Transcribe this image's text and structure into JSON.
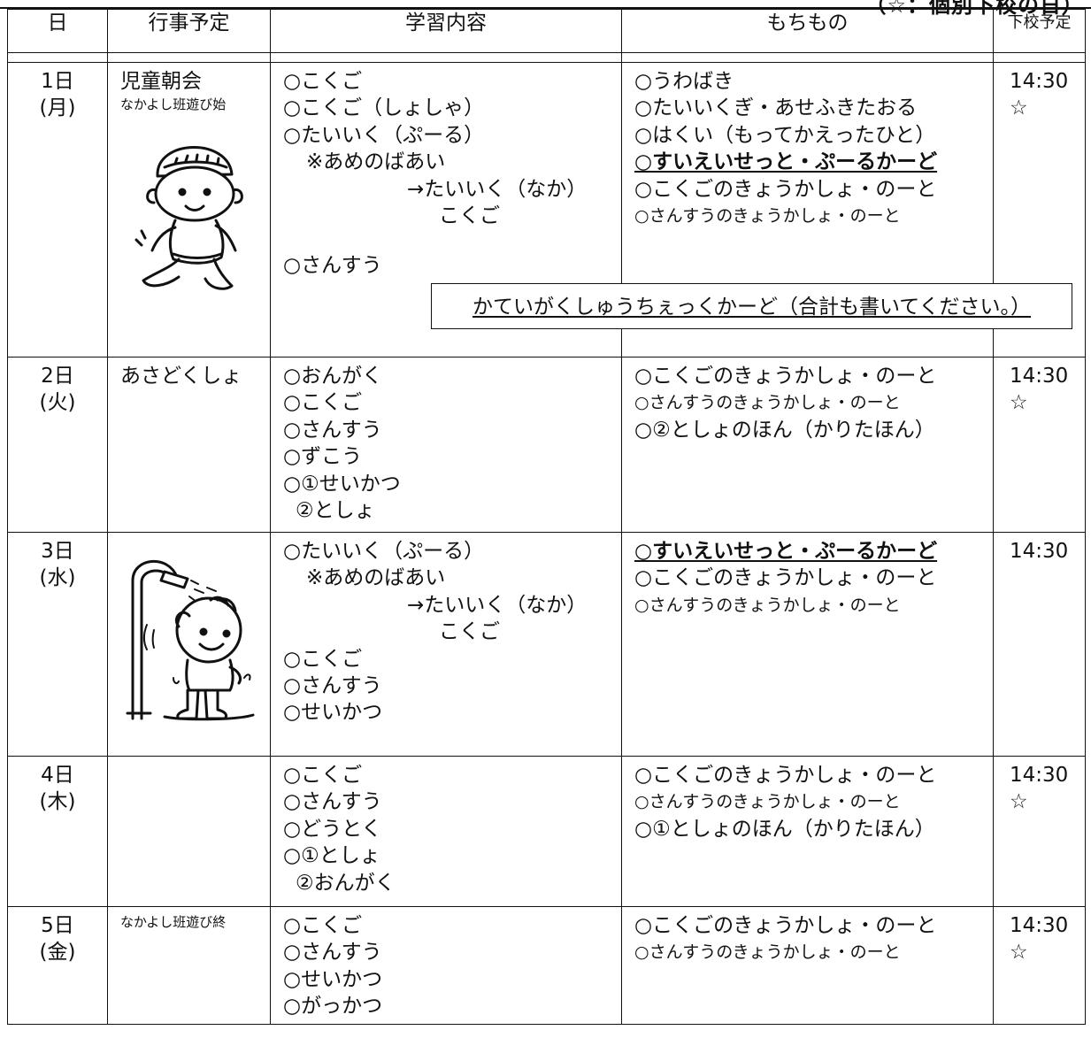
{
  "top_note": "（☆：個別下校の日）",
  "columns": {
    "date": "日",
    "event": "行事予定",
    "study": "学習内容",
    "items": "もちもの",
    "dismissal": "下校予定"
  },
  "box_note": "かていがくしゅうちぇっくかーど（合計も書いてください。）",
  "days": [
    {
      "date": "1日",
      "weekday": "(月)",
      "event": "児童朝会",
      "event_small": "なかよし班遊び始",
      "study": [
        "○こくご",
        "○こくご（しょしゃ）",
        "○たいいく（ぷーる）",
        "※あめのばあい",
        "→たいいく（なか）",
        "こくご",
        "○さんすう"
      ],
      "items": [
        "○うわばき",
        "○たいいくぎ・あせふきたおる",
        "○はくい（もってかえったひと）",
        "○すいえいせっと・ぷーるかーど",
        "○こくごのきょうかしょ・のーと",
        "○さんすうのきょうかしょ・のーと"
      ],
      "time": "14:30",
      "mark": "☆"
    },
    {
      "date": "2日",
      "weekday": "(火)",
      "event": "あさどくしょ",
      "study": [
        "○おんがく",
        "○こくご",
        "○さんすう",
        "○ずこう",
        "○①せいかつ",
        "②としょ"
      ],
      "items": [
        "○こくごのきょうかしょ・のーと",
        "○さんすうのきょうかしょ・のーと",
        "○②としょのほん（かりたほん）"
      ],
      "time": "14:30",
      "mark": "☆"
    },
    {
      "date": "3日",
      "weekday": "(水)",
      "study": [
        "○たいいく（ぷーる）",
        "※あめのばあい",
        "→たいいく（なか）",
        "こくご",
        "○こくご",
        "○さんすう",
        "○せいかつ"
      ],
      "items": [
        "○すいえいせっと・ぷーるかーど",
        "○こくごのきょうかしょ・のーと",
        "○さんすうのきょうかしょ・のーと"
      ],
      "time": "14:30"
    },
    {
      "date": "4日",
      "weekday": "(木)",
      "study": [
        "○こくご",
        "○さんすう",
        "○どうとく",
        "○①としょ",
        "②おんがく"
      ],
      "items": [
        "○こくごのきょうかしょ・のーと",
        "○さんすうのきょうかしょ・のーと",
        "○①としょのほん（かりたほん）"
      ],
      "time": "14:30",
      "mark": "☆"
    },
    {
      "date": "5日",
      "weekday": "(金)",
      "event_small": "なかよし班遊び終",
      "study": [
        "○こくご",
        "○さんすう",
        "○せいかつ",
        "○がっかつ"
      ],
      "items": [
        "○こくごのきょうかしょ・のーと",
        "○さんすうのきょうかしょ・のーと"
      ],
      "time": "14:30",
      "mark": "☆"
    }
  ]
}
